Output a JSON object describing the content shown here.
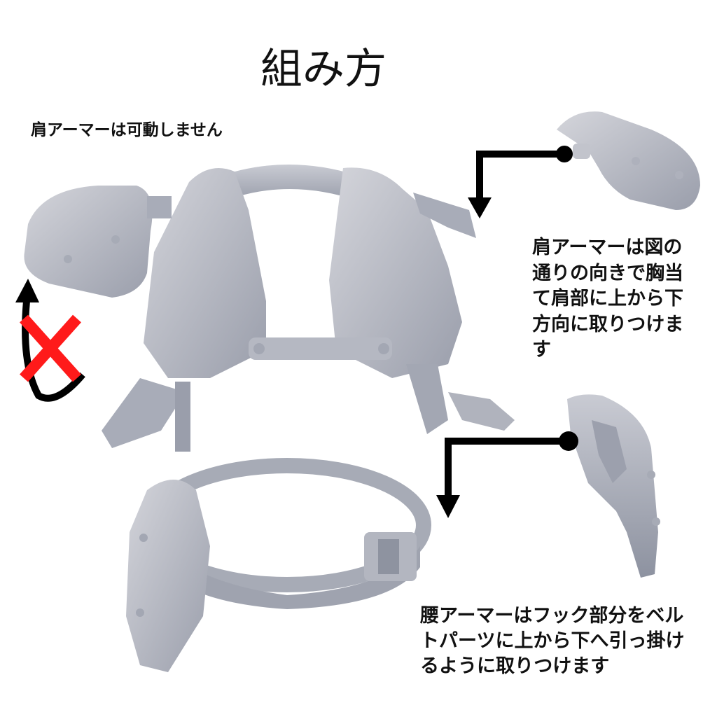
{
  "title": "組み方",
  "notes": {
    "shoulder_fixed": "肩アーマーは可動しません",
    "shoulder_attach": "肩アーマーは図の通りの向きで胸当て肩部に上から下方向に取りつけます",
    "waist_attach": "腰アーマーはフック部分をベルトパーツに上から下へ引っ掛けるように取りつけます"
  },
  "parts": {
    "chest_plate": "chest-armor-model",
    "left_shoulder_armor": "shoulder-armor-attached",
    "shoulder_armor_detached": "shoulder-armor-detached",
    "belt": "belt-model",
    "waist_armor_attached": "waist-armor-attached",
    "waist_armor_detached": "waist-armor-detached"
  },
  "colors": {
    "model": "#b9bcc6",
    "model_shadow": "#8e93a0",
    "model_highlight": "#d6d6da",
    "arrow": "#000000",
    "forbidden_mark": "#ff1a1a"
  }
}
